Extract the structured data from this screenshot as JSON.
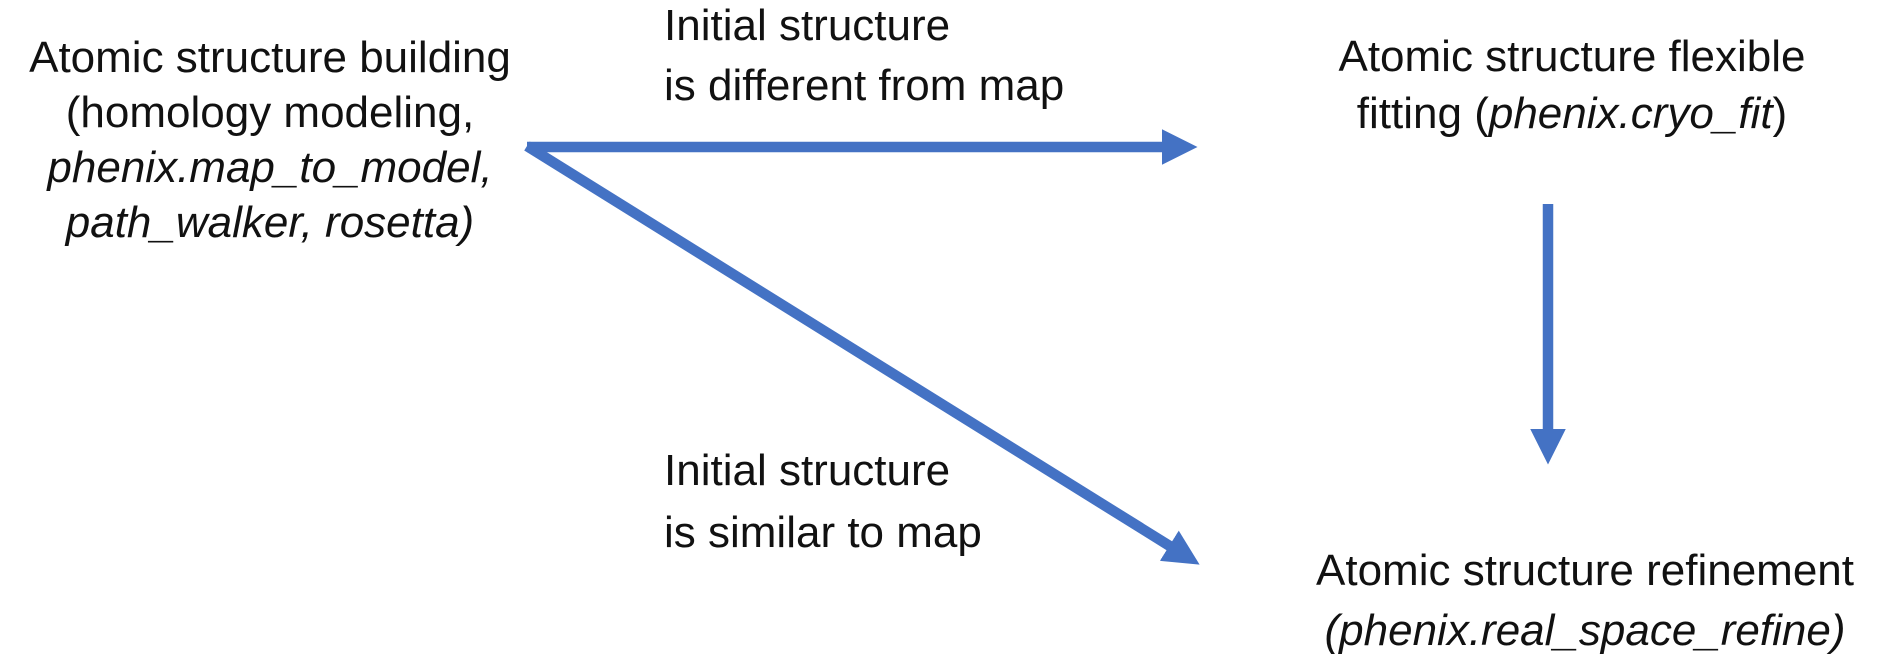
{
  "canvas": {
    "background": "#ffffff",
    "text_color": "#111111",
    "arrow_color": "#4472c4"
  },
  "nodes": {
    "building": {
      "line1": "Atomic structure building",
      "line2": "(homology modeling,",
      "line3": "phenix.map_to_model,",
      "line4": "path_walker, rosetta)"
    },
    "flexible_fitting": {
      "line1": "Atomic structure flexible",
      "line2_prefix": "fitting (",
      "line2_code": "phenix.cryo_fit",
      "line2_suffix": ")"
    },
    "refinement": {
      "line1": "Atomic structure refinement",
      "line2_prefix": "(",
      "line2_code": "phenix.real_space_refine",
      "line2_suffix": ")"
    }
  },
  "edge_labels": {
    "different": {
      "line1": "Initial structure",
      "line2": "is different from map"
    },
    "similar": {
      "line1": "Initial structure",
      "line2": "is similar to map"
    }
  },
  "arrows": [
    {
      "name": "building-to-flexible-fitting",
      "label": "Initial structure is different from map"
    },
    {
      "name": "building-to-refinement",
      "label": "Initial structure is similar to map"
    },
    {
      "name": "flexible-fitting-to-refinement",
      "label": ""
    }
  ]
}
